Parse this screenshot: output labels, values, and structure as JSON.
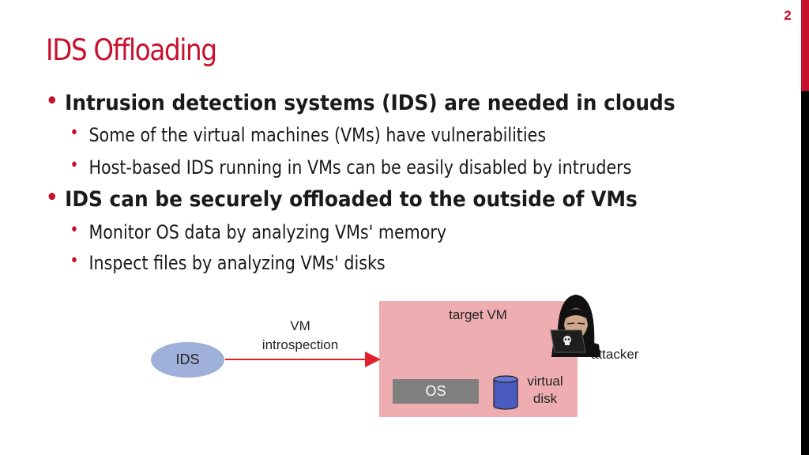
{
  "slide": {
    "number": "2",
    "title": "IDS Offloading"
  },
  "bullets": [
    {
      "level": 1,
      "text": "Intrusion detection systems (IDS) are needed in clouds"
    },
    {
      "level": 2,
      "text": "Some of the virtual machines (VMs) have vulnerabilities"
    },
    {
      "level": 2,
      "text": "Host-based IDS running in VMs can be easily disabled by intruders"
    },
    {
      "level": 1,
      "text": "IDS can be securely offloaded to the outside of VMs"
    },
    {
      "level": 2,
      "text": "Monitor OS data by analyzing VMs' memory"
    },
    {
      "level": 2,
      "text": "Inspect files by analyzing VMs' disks"
    }
  ],
  "diagram": {
    "ids_label": "IDS",
    "arrow_label_line1": "VM",
    "arrow_label_line2": "introspection",
    "vm_label": "target VM",
    "os_label": "OS",
    "disk_label_line1": "virtual",
    "disk_label_line2": "disk",
    "attacker_label": "attacker"
  },
  "colors": {
    "accent": "#c8102e",
    "vm_fill": "#eeadb0",
    "ids_fill": "#9fb0d9",
    "os_fill": "#7f7f7f",
    "disk_fill": "#4a5bbf",
    "arrow": "#e0202a"
  },
  "icons": [
    "bullet-icon",
    "virtual-disk-icon",
    "hacker-icon",
    "skull-icon"
  ]
}
